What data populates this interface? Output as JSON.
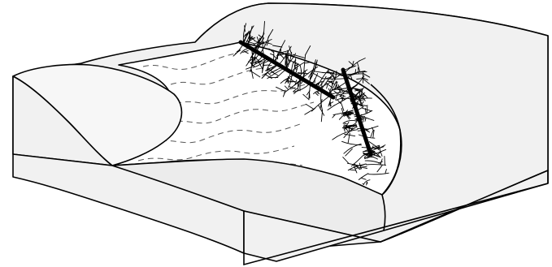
{
  "diagram": {
    "type": "block-diagram",
    "subject": "block-terrain-with-lake",
    "elements": [
      "raised-block-back",
      "front-block-top",
      "left-rounded-hill",
      "lake-water-surface",
      "fallen-tree-upper",
      "fallen-tree-lower"
    ],
    "colors": {
      "outline": "#000000",
      "block_top": "#ececec",
      "block_side": "#f1f1f1",
      "water": "#ffffff",
      "wave_lines": "#555555"
    }
  }
}
